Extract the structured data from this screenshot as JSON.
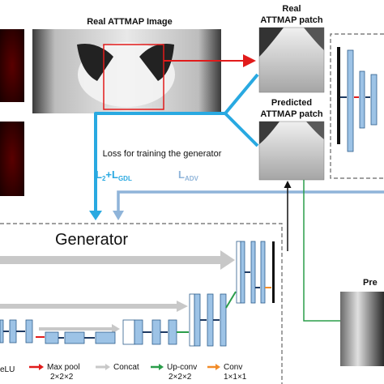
{
  "real_image_title": "Real ATTMAP Image",
  "real_patch_title_line1": "Real",
  "real_patch_title_line2": "ATTMAP patch",
  "pred_patch_title_line1": "Predicted",
  "pred_patch_title_line2": "ATTMAP patch",
  "loss_caption": "Loss for training the generator",
  "loss_l2gdl": {
    "main": "L",
    "sub1": "2",
    "plus": "+L",
    "sub2": "GDL"
  },
  "loss_adv": {
    "main": "L",
    "sub": "ADV"
  },
  "generator_title": "Generator",
  "pred_partial": "Pre",
  "legend": {
    "relu": "eLU",
    "maxpool": {
      "line1": "Max pool",
      "line2": "2×2×2"
    },
    "concat": "Concat",
    "upconv": {
      "line1": "Up-conv",
      "line2": "2×2×2"
    },
    "conv": {
      "line1": "Conv",
      "line2": "1×1×1"
    }
  },
  "colors": {
    "loss_main": "#29a9e1",
    "loss_adv": "#8fb4d9",
    "red_arrow": "#e11b1b",
    "green_arrow": "#2a9d4a",
    "orange_arrow": "#f28c28",
    "block_fill": "#9dc3e6",
    "block_stroke": "#2e5e8c",
    "dark_arrow": "#1f3b63",
    "gray_arrow": "#c8c8c8"
  }
}
